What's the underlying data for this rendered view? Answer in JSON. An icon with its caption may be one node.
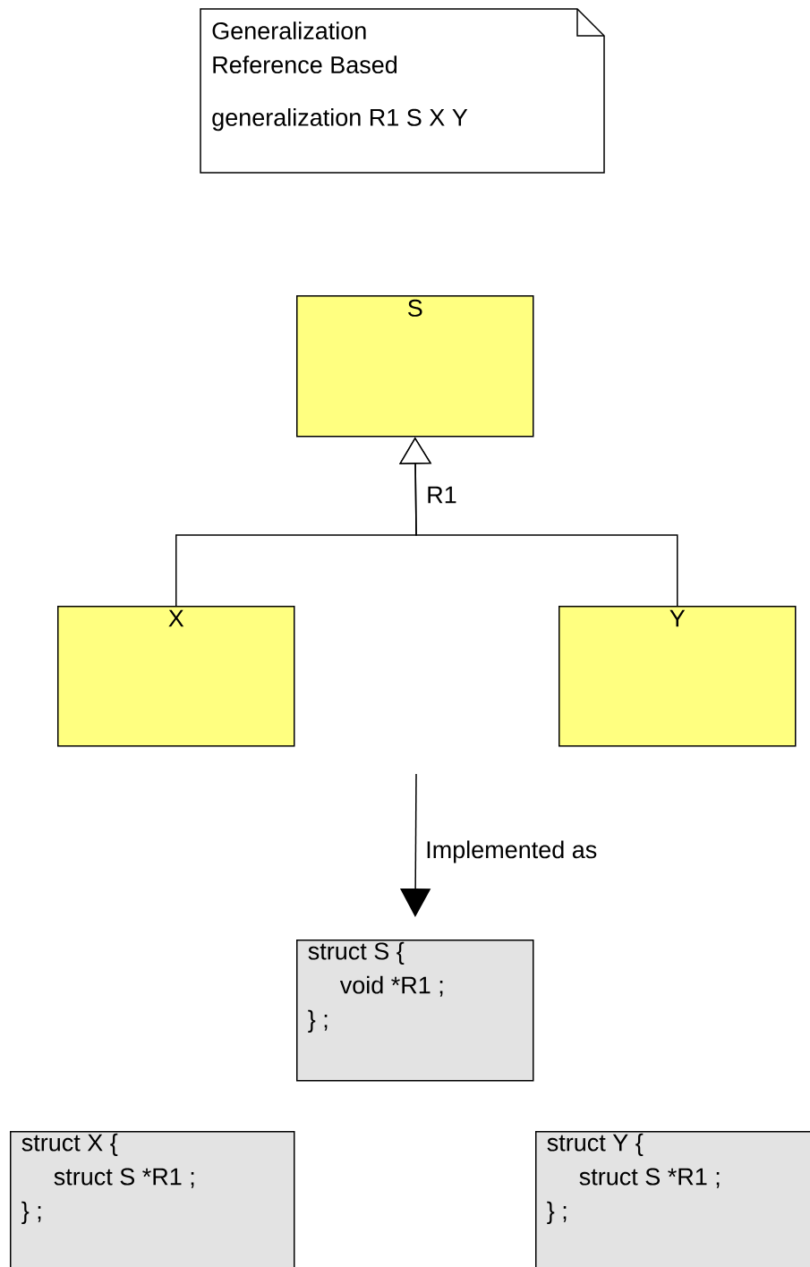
{
  "diagram": {
    "nodes": [
      {
        "text": [
          "Generalization Reference Based",
          "generalization R1 S X Y"
        ]
      },
      {
        "text": [
          "S"
        ]
      },
      {
        "text": [
          "X"
        ]
      },
      {
        "text": [
          "Y"
        ]
      },
      {
        "text": [
          "struct S {",
          "void *R1 ;",
          "} ;"
        ]
      },
      {
        "text": [
          "struct X {",
          "struct S *R1 ;",
          "} ;"
        ]
      },
      {
        "text": [
          "struct Y {",
          "struct S *R1 ;",
          "} ;"
        ]
      }
    ],
    "edges": [
      {
        "from": 2,
        "to": 1,
        "arrow": "to",
        "label": "R1"
      },
      {
        "from": 3,
        "to": 1,
        "arrow": "to"
      },
      {
        "from": null,
        "to": 4,
        "arrow": "to",
        "label": "Implemented as"
      }
    ]
  }
}
